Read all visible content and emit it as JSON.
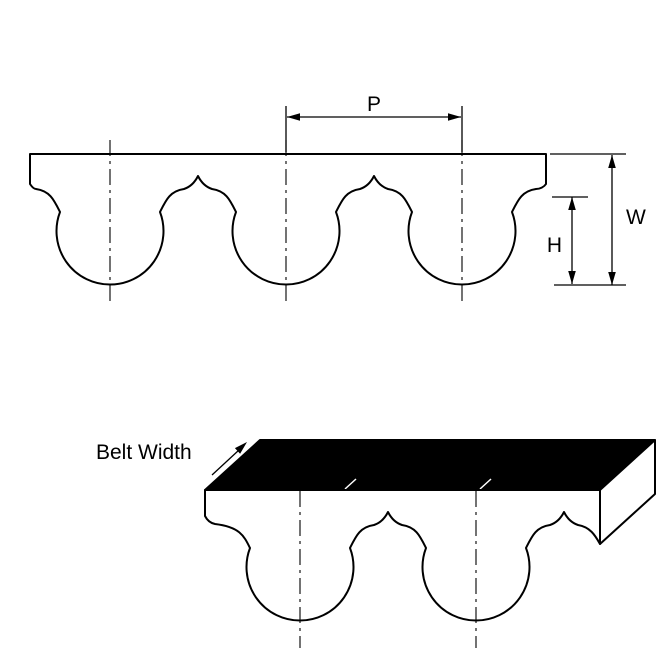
{
  "diagram": {
    "colors": {
      "line": "#000000",
      "belt_fill": "#ffffff",
      "top_face_fill": "#000000",
      "background": "#ffffff"
    },
    "profile_view": {
      "pitch_label": "P",
      "belt_height_label": "W",
      "tooth_height_label": "H"
    },
    "perspective_view": {
      "belt_width_label": "Belt Width"
    }
  }
}
